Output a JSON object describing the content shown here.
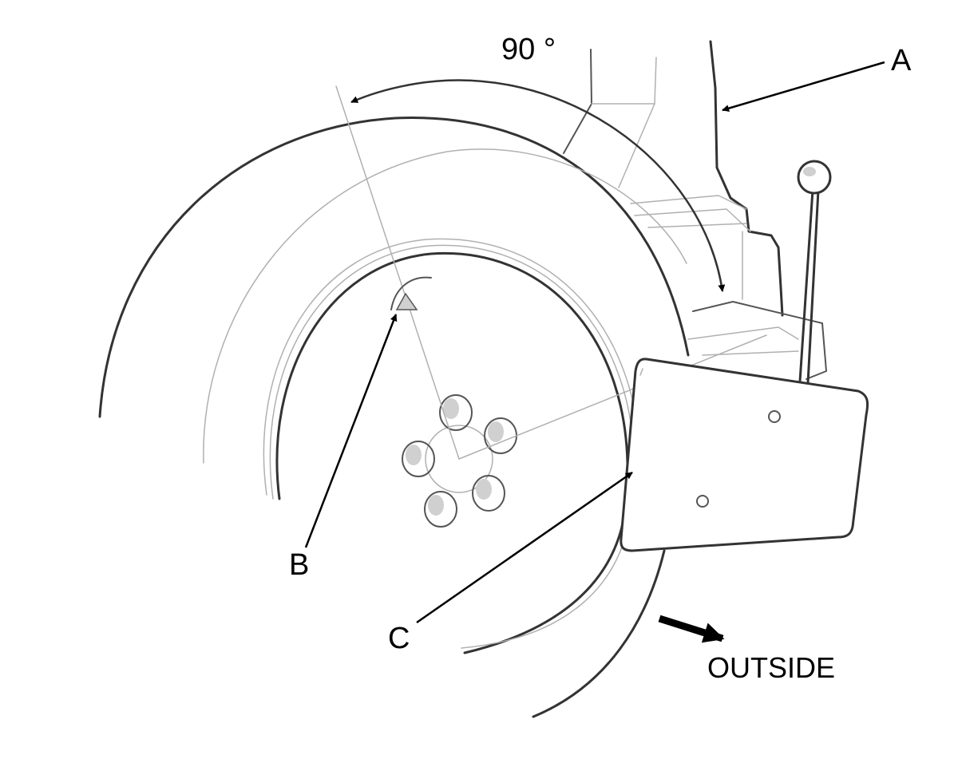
{
  "diagram": {
    "angle_label": "90 °",
    "callouts": {
      "a": "A",
      "b": "B",
      "c": "C"
    },
    "direction_label": "OUTSIDE"
  },
  "colors": {
    "line_dark": "#333333",
    "line_light": "#b0b0b0",
    "fill_shade": "#d0d0d0"
  }
}
